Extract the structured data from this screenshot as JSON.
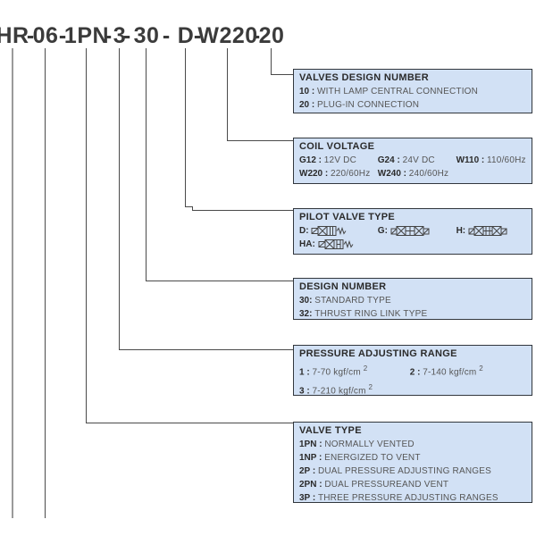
{
  "model_code": {
    "segments": [
      "HR",
      "06",
      "1PN",
      "3",
      "30",
      "D",
      "W220",
      "20"
    ],
    "separator": "-"
  },
  "boxes": {
    "valves_design_number": {
      "title": "VALVES DESIGN NUMBER",
      "rows": [
        {
          "key": "10",
          "sep": " : ",
          "value": "WITH LAMP CENTRAL CONNECTION"
        },
        {
          "key": "20",
          "sep": " : ",
          "value": "PLUG-IN CONNECTION"
        }
      ]
    },
    "coil_voltage": {
      "title": "COIL VOLTAGE",
      "rows": [
        [
          {
            "key": "G12",
            "sep": " : ",
            "value": "12V DC"
          },
          {
            "key": "G24",
            "sep": " : ",
            "value": "24V DC"
          },
          {
            "key": "W110",
            "sep": " : ",
            "value": "110/60Hz"
          }
        ],
        [
          {
            "key": "W220",
            "sep": " : ",
            "value": "220/60Hz"
          },
          {
            "key": "W240",
            "sep": " : ",
            "value": "240/60Hz"
          }
        ]
      ]
    },
    "pilot_valve_type": {
      "title": "PILOT VALVE TYPE",
      "rows": [
        [
          {
            "key": "D",
            "sep": ": ",
            "icon": "pilot-valve-d-symbol"
          },
          {
            "key": "G",
            "sep": ": ",
            "icon": "pilot-valve-g-symbol"
          },
          {
            "key": "H",
            "sep": ": ",
            "icon": "pilot-valve-h-symbol"
          }
        ],
        [
          {
            "key": "HA",
            "sep": ": ",
            "icon": "pilot-valve-ha-symbol"
          }
        ]
      ]
    },
    "design_number": {
      "title": "DESIGN NUMBER",
      "rows": [
        {
          "key": "30",
          "sep": ": ",
          "value": "STANDARD TYPE"
        },
        {
          "key": "32",
          "sep": ": ",
          "value": "THRUST RING LINK TYPE"
        }
      ]
    },
    "pressure_adjusting_range": {
      "title": "PRESSURE ADJUSTING RANGE",
      "rows": [
        [
          {
            "key": "1",
            "sep": " : ",
            "value": "7-70 kgf/cm",
            "sup": "2"
          },
          {
            "key": "2",
            "sep": " : ",
            "value": "7-140 kgf/cm",
            "sup": "2"
          }
        ],
        [
          {
            "key": "3",
            "sep": " : ",
            "value": "7-210 kgf/cm",
            "sup": "2"
          }
        ]
      ]
    },
    "valve_type": {
      "title": "VALVE TYPE",
      "rows": [
        {
          "key": "1PN",
          "sep": " : ",
          "value": "NORMALLY VENTED"
        },
        {
          "key": "1NP",
          "sep": " : ",
          "value": "ENERGIZED TO VENT"
        },
        {
          "key": "2P",
          "sep": " : ",
          "value": "DUAL PRESSURE ADJUSTING RANGES"
        },
        {
          "key": "2PN",
          "sep": " : ",
          "value": "DUAL PRESSUREAND VENT"
        },
        {
          "key": "3P",
          "sep": " : ",
          "value": "THREE PRESSURE ADJUSTING RANGES"
        }
      ]
    }
  },
  "colors": {
    "box_fill": "#d2e1f5",
    "box_border": "#32373d",
    "connector_line": "#4a4a4a",
    "gray_line": "#9a9a9a",
    "code_text": "#3b3b3b",
    "value_text": "#565656"
  }
}
